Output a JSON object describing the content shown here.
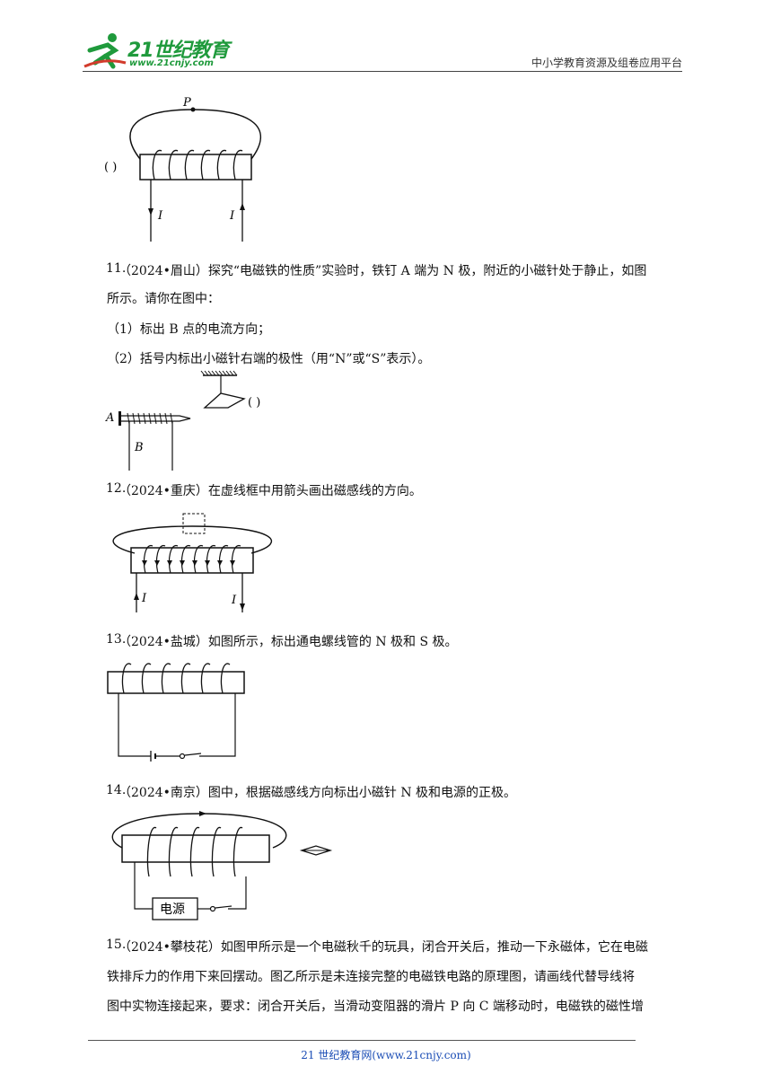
{
  "header": {
    "brand": "21世纪教育",
    "brand_url": "www.21cnjy.com",
    "right_text": "中小学教育资源及组卷应用平台"
  },
  "fig10": {
    "label_p": "P",
    "label_bracket": "(   )",
    "label_i_left": "I",
    "label_i_right": "I"
  },
  "q11": {
    "number": "11.",
    "lines": [
      "（2024•眉山）探究“电磁铁的性质”实验时，铁钉 A 端为 N 极，附近的小磁针处于静止，如图",
      "所示。请你在图中：",
      "（1）标出 B 点的电流方向；",
      "（2）括号内标出小磁针右端的极性（用“N”或“S”表示）。"
    ],
    "fig": {
      "label_a": "A",
      "label_b": "B",
      "label_bracket": "( )"
    }
  },
  "q12": {
    "number": "12.",
    "text": "（2024•重庆）在虚线框中用箭头画出磁感线的方向。",
    "fig": {
      "label_i_left": "I",
      "label_i_right": "I"
    }
  },
  "q13": {
    "number": "13.",
    "text": "（2024•盐城）如图所示，标出通电螺线管的 N 极和 S 极。"
  },
  "q14": {
    "number": "14.",
    "text": "（2024•南京）图中，根据磁感线方向标出小磁针 N 极和电源的正极。",
    "fig": {
      "power_label": "电源"
    }
  },
  "q15": {
    "number": "15.",
    "lines": [
      "（2024•攀枝花）如图甲所示是一个电磁秋千的玩具，闭合开关后，推动一下永磁体，它在电磁",
      "铁排斥力的作用下来回摆动。图乙所示是未连接完整的电磁铁电路的原理图，请画线代替导线将",
      "图中实物连接起来，要求：闭合开关后，当滑动变阻器的滑片 P 向 C 端移动时，电磁铁的磁性增"
    ]
  },
  "footer": {
    "text": "21 世纪教育网(www.21cnjy.com)"
  }
}
